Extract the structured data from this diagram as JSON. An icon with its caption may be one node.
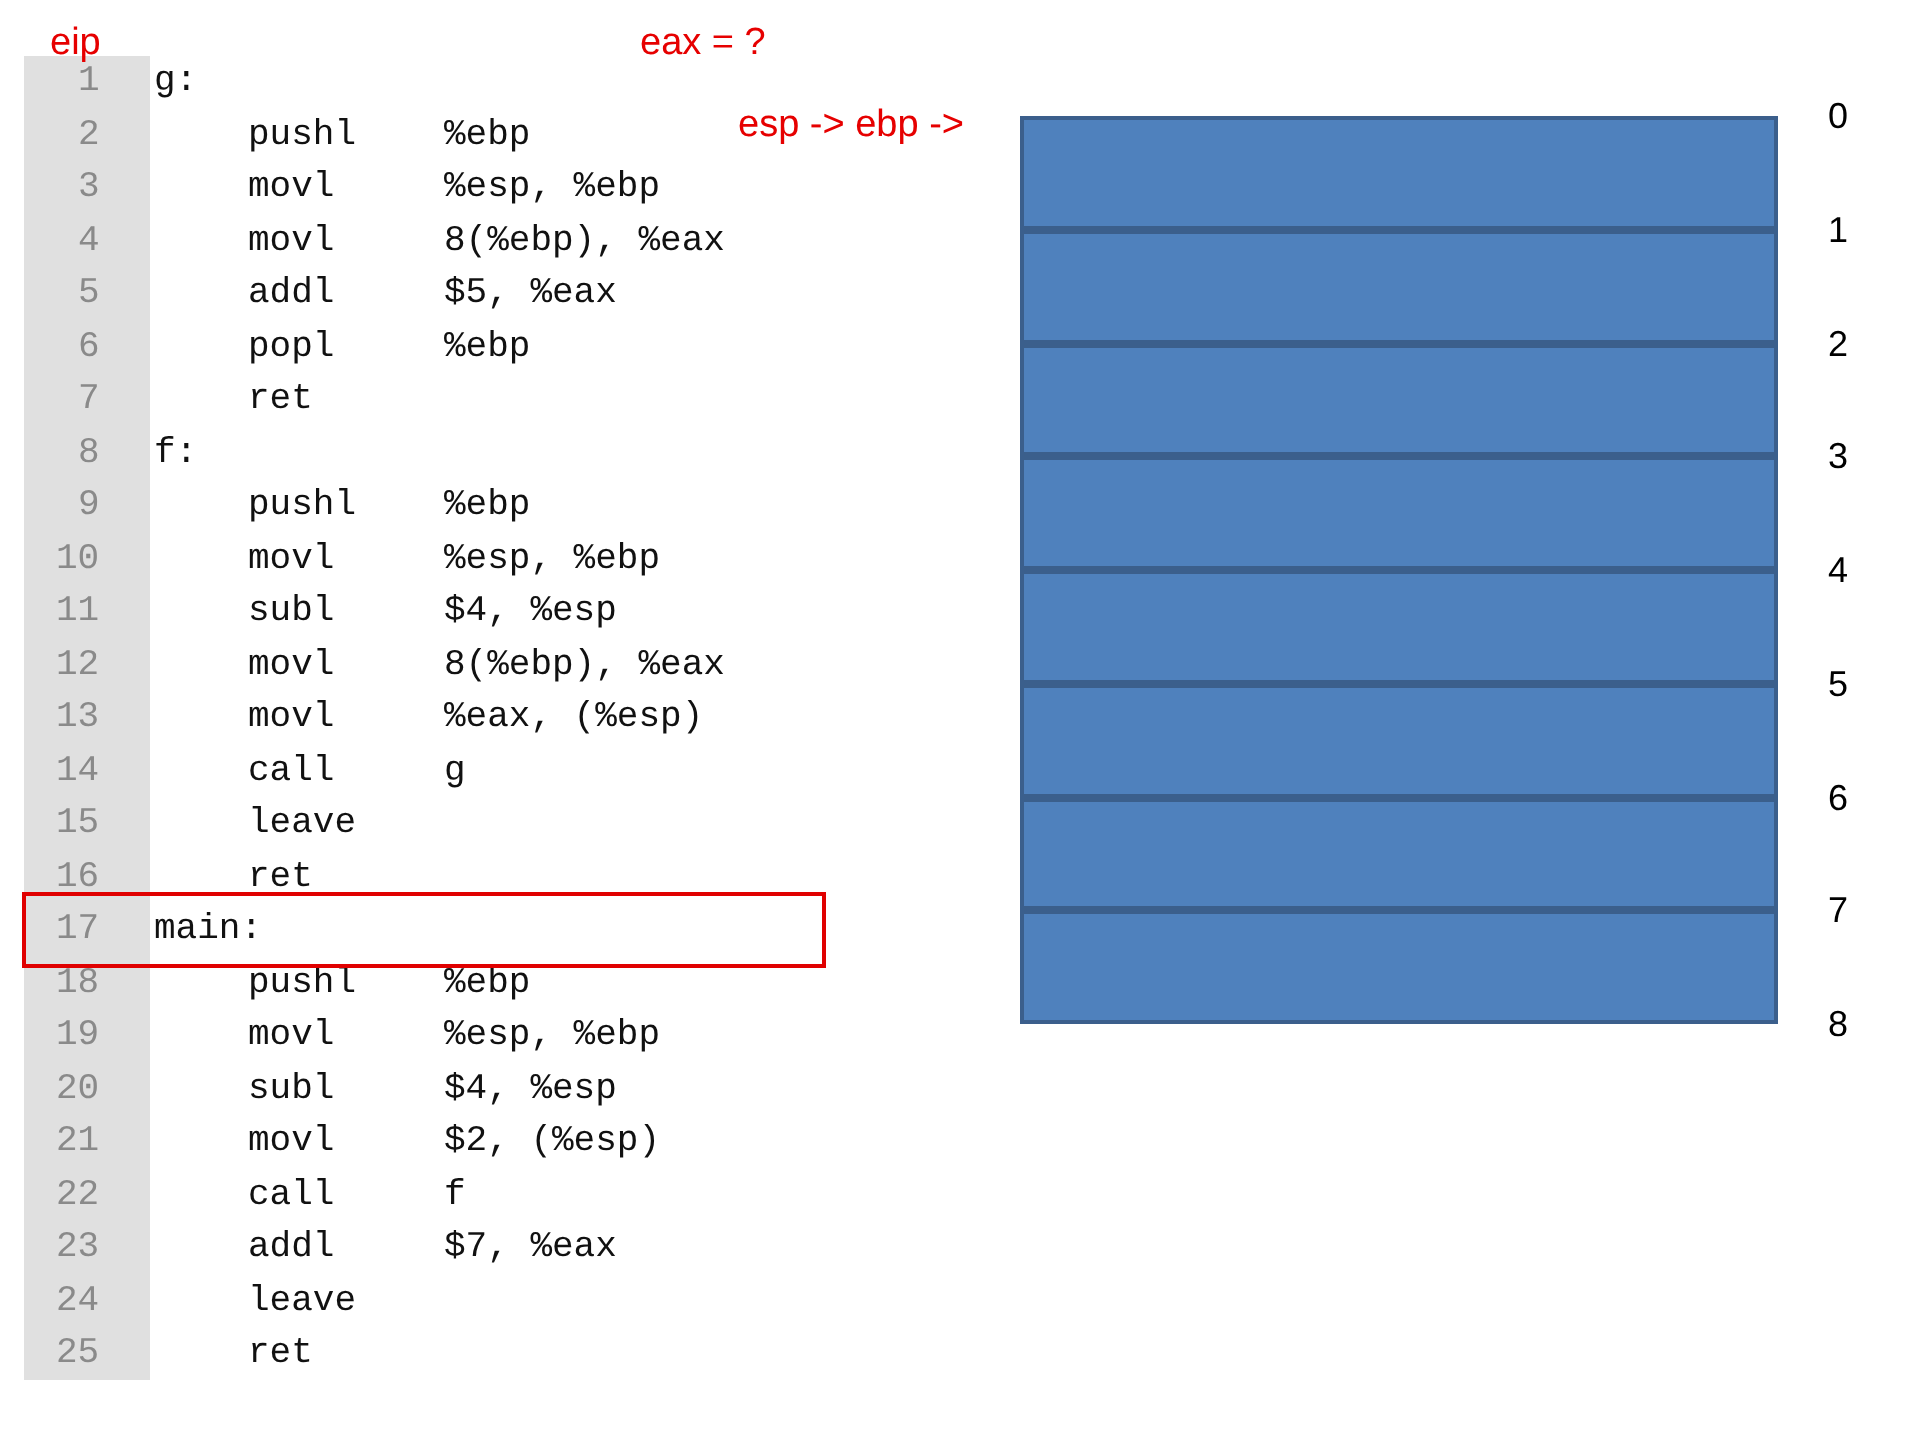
{
  "diagram": {
    "nodes": [
      {
        "text": [
          "17",
          "main:"
        ]
      },
      {
        "text": [],
        "shape": "box"
      },
      {
        "text": [],
        "shape": "box"
      },
      {
        "text": [],
        "shape": "box"
      },
      {
        "text": [],
        "shape": "box"
      },
      {
        "text": [],
        "shape": "box"
      },
      {
        "text": [],
        "shape": "box"
      },
      {
        "text": [],
        "shape": "box"
      },
      {
        "text": [],
        "shape": "box"
      }
    ],
    "labels": [
      "eip",
      "eax = ?",
      "esp -> ebp ->",
      "1",
      "g:",
      "2",
      "pushl",
      "%ebp",
      "3",
      "movl",
      "%esp, %ebp",
      "4",
      "movl",
      "8(%ebp), %eax",
      "5",
      "addl",
      "$5, %eax",
      "6",
      "popl",
      "%ebp",
      "7",
      "ret",
      "8",
      "f:",
      "9",
      "pushl",
      "%ebp",
      "10",
      "movl",
      "%esp, %ebp",
      "11",
      "subl",
      "$4, %esp",
      "12",
      "movl",
      "8(%ebp), %eax",
      "13",
      "movl",
      "%eax, (%esp)",
      "14",
      "call",
      "g",
      "15",
      "leave",
      "16",
      "ret",
      "18",
      "pushl",
      "%ebp",
      "19",
      "movl",
      "%esp, %ebp",
      "20",
      "subl",
      "$4, %esp",
      "21",
      "movl",
      "$2, (%esp)",
      "22",
      "call",
      "f",
      "23",
      "addl",
      "$7, %eax",
      "24",
      "leave",
      "25",
      "ret",
      "0",
      "1",
      "2",
      "3",
      "4",
      "5",
      "6",
      "7",
      "8"
    ]
  }
}
